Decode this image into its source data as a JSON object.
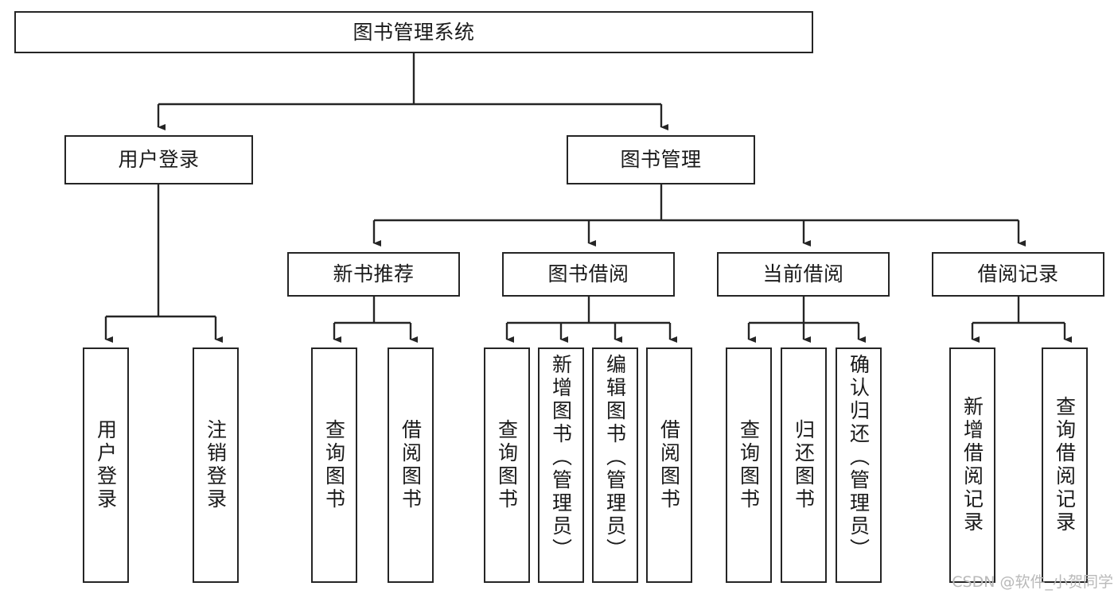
{
  "diagram": {
    "title": "图书管理系统",
    "watermark": "CSDN @软件_小贺同学",
    "stroke_color": "#252525",
    "background_color": "#ffffff",
    "text_color": "#1a1a1a",
    "watermark_color": "#b9b9b9"
  },
  "nodes": {
    "root": {
      "label": "图书管理系统"
    },
    "level2": [
      {
        "label": "用户登录"
      },
      {
        "label": "图书管理"
      }
    ],
    "level3": [
      {
        "label": "新书推荐"
      },
      {
        "label": "图书借阅"
      },
      {
        "label": "当前借阅"
      },
      {
        "label": "借阅记录"
      }
    ],
    "leaves": {
      "user_login": [
        {
          "label": "用户登录"
        },
        {
          "label": "注销登录"
        }
      ],
      "new_book_recommend": [
        {
          "label": "查询图书"
        },
        {
          "label": "借阅图书"
        }
      ],
      "book_borrow": [
        {
          "label": "查询图书"
        },
        {
          "label": "新增图书（管理员）"
        },
        {
          "label": "编辑图书（管理员）"
        },
        {
          "label": "借阅图书"
        }
      ],
      "current_borrow": [
        {
          "label": "查询图书"
        },
        {
          "label": "归还图书"
        },
        {
          "label": "确认归还（管理员）"
        }
      ],
      "borrow_record": [
        {
          "label": "新增借阅记录"
        },
        {
          "label": "查询借阅记录"
        }
      ]
    }
  }
}
